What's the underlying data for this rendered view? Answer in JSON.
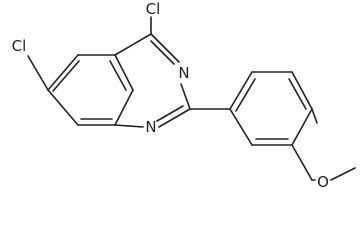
{
  "structure": {
    "atoms": {
      "cl_top": "Cl",
      "cl_left": "Cl",
      "n_upper": "N",
      "n_lower": "N",
      "o_methoxy": "O"
    }
  }
}
